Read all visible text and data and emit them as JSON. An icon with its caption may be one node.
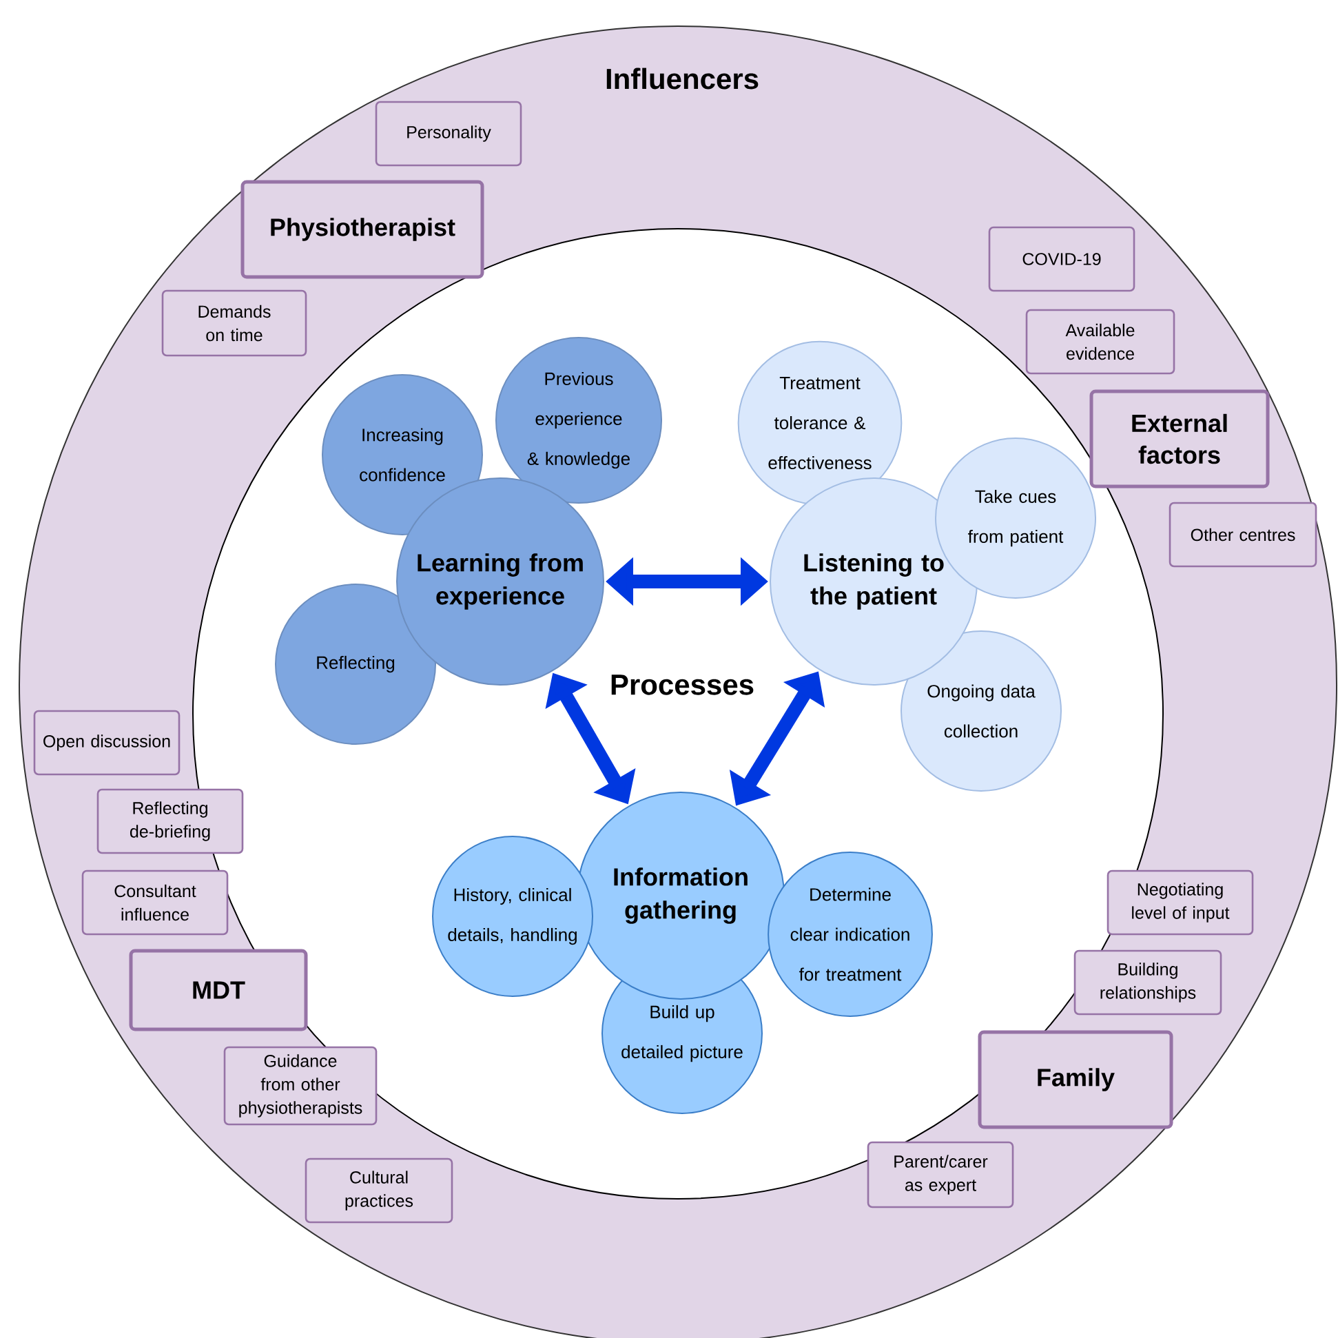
{
  "diagram": {
    "nodes": [
      {
        "text": [
          "Influencers"
        ]
      },
      {
        "text": [
          "Processes"
        ],
        "in": 0
      },
      {
        "text": [
          "Learning from experience"
        ],
        "in": 1
      },
      {
        "text": [
          "Listening to the patient"
        ],
        "in": 1
      },
      {
        "text": [
          "Information gathering"
        ],
        "in": 1
      },
      {
        "text": [
          "Increasing confidence"
        ],
        "in": 1
      },
      {
        "text": [
          "Previous experience & knowledge"
        ],
        "in": 1
      },
      {
        "text": [
          "Reflecting"
        ],
        "in": 1
      },
      {
        "text": [
          "Treatment tolerance & effectiveness"
        ],
        "in": 1
      },
      {
        "text": [
          "Take cues from patient"
        ],
        "in": 1
      },
      {
        "text": [
          "Ongoing data collection"
        ],
        "in": 1
      },
      {
        "text": [
          "History, clinical details, handling"
        ],
        "in": 1
      },
      {
        "text": [
          "Determine clear indication for treatment"
        ],
        "in": 1
      },
      {
        "text": [
          "Build up detailed picture"
        ],
        "in": 1
      },
      {
        "text": [
          "Personality"
        ],
        "in": 0
      },
      {
        "text": [
          "Physiotherapist"
        ],
        "in": 0
      },
      {
        "text": [
          "Demands on time"
        ],
        "in": 0
      },
      {
        "text": [
          "COVID-19"
        ],
        "in": 0
      },
      {
        "text": [
          "Available evidence"
        ],
        "in": 0
      },
      {
        "text": [
          "External factors"
        ],
        "in": 0
      },
      {
        "text": [
          "Other centres"
        ],
        "in": 0
      },
      {
        "text": [
          "Open discussion"
        ],
        "in": 0
      },
      {
        "text": [
          "Reflecting de-briefing"
        ],
        "in": 0
      },
      {
        "text": [
          "Consultant influence"
        ],
        "in": 0
      },
      {
        "text": [
          "MDT"
        ],
        "in": 0
      },
      {
        "text": [
          "Guidance from other physiotherapists"
        ],
        "in": 0
      },
      {
        "text": [
          "Cultural practices"
        ],
        "in": 0
      },
      {
        "text": [
          "Negotiating level of input"
        ],
        "in": 0
      },
      {
        "text": [
          "Building relationships"
        ],
        "in": 0
      },
      {
        "text": [
          "Family"
        ],
        "in": 0
      },
      {
        "text": [
          "Parent/carer as expert"
        ],
        "in": 0
      }
    ],
    "edges": [
      {
        "from": 2,
        "to": 3,
        "arrow": "both"
      },
      {
        "from": 2,
        "to": 4,
        "arrow": "both"
      },
      {
        "from": 3,
        "to": 4,
        "arrow": "both"
      }
    ]
  }
}
